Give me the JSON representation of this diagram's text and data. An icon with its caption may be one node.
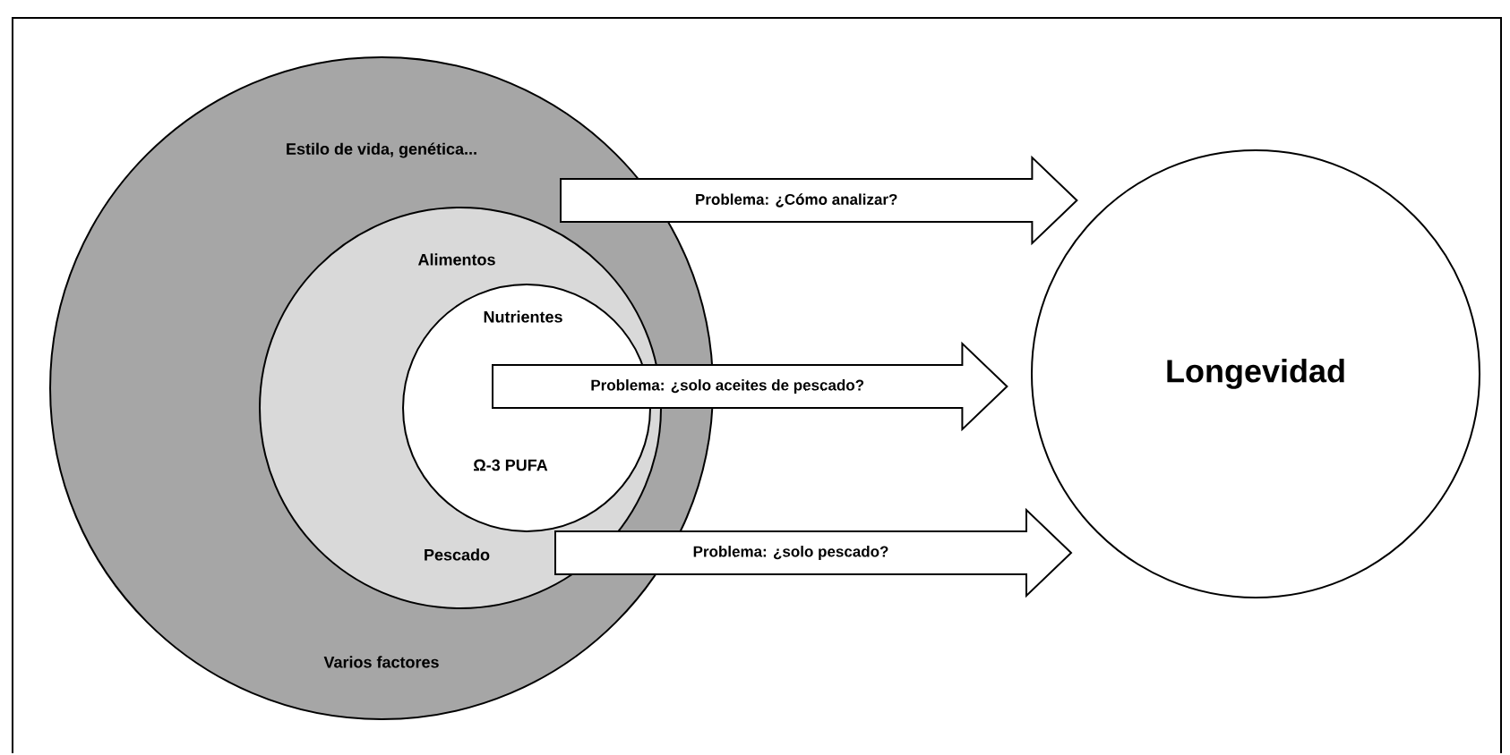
{
  "diagram": {
    "nodes": [
      {
        "text": [
          "Estilo de vida, genética...",
          "Varios factores"
        ]
      },
      {
        "text": [
          "Alimentos",
          "Pescado"
        ],
        "in": 0
      },
      {
        "text": [
          "Nutrientes",
          "Ω-3 PUFA"
        ],
        "in": 1
      },
      {
        "text": [
          "Longevidad"
        ]
      }
    ],
    "edges": [
      {
        "from": 0,
        "to": 3,
        "arrow": "to",
        "label": "Problema: ¿Cómo analizar?"
      },
      {
        "from": 2,
        "to": 3,
        "arrow": "to",
        "label": "Problema: ¿solo aceites de pescado?"
      },
      {
        "from": 1,
        "to": 3,
        "arrow": "to",
        "label": "Problema: ¿solo pescado?"
      }
    ]
  }
}
